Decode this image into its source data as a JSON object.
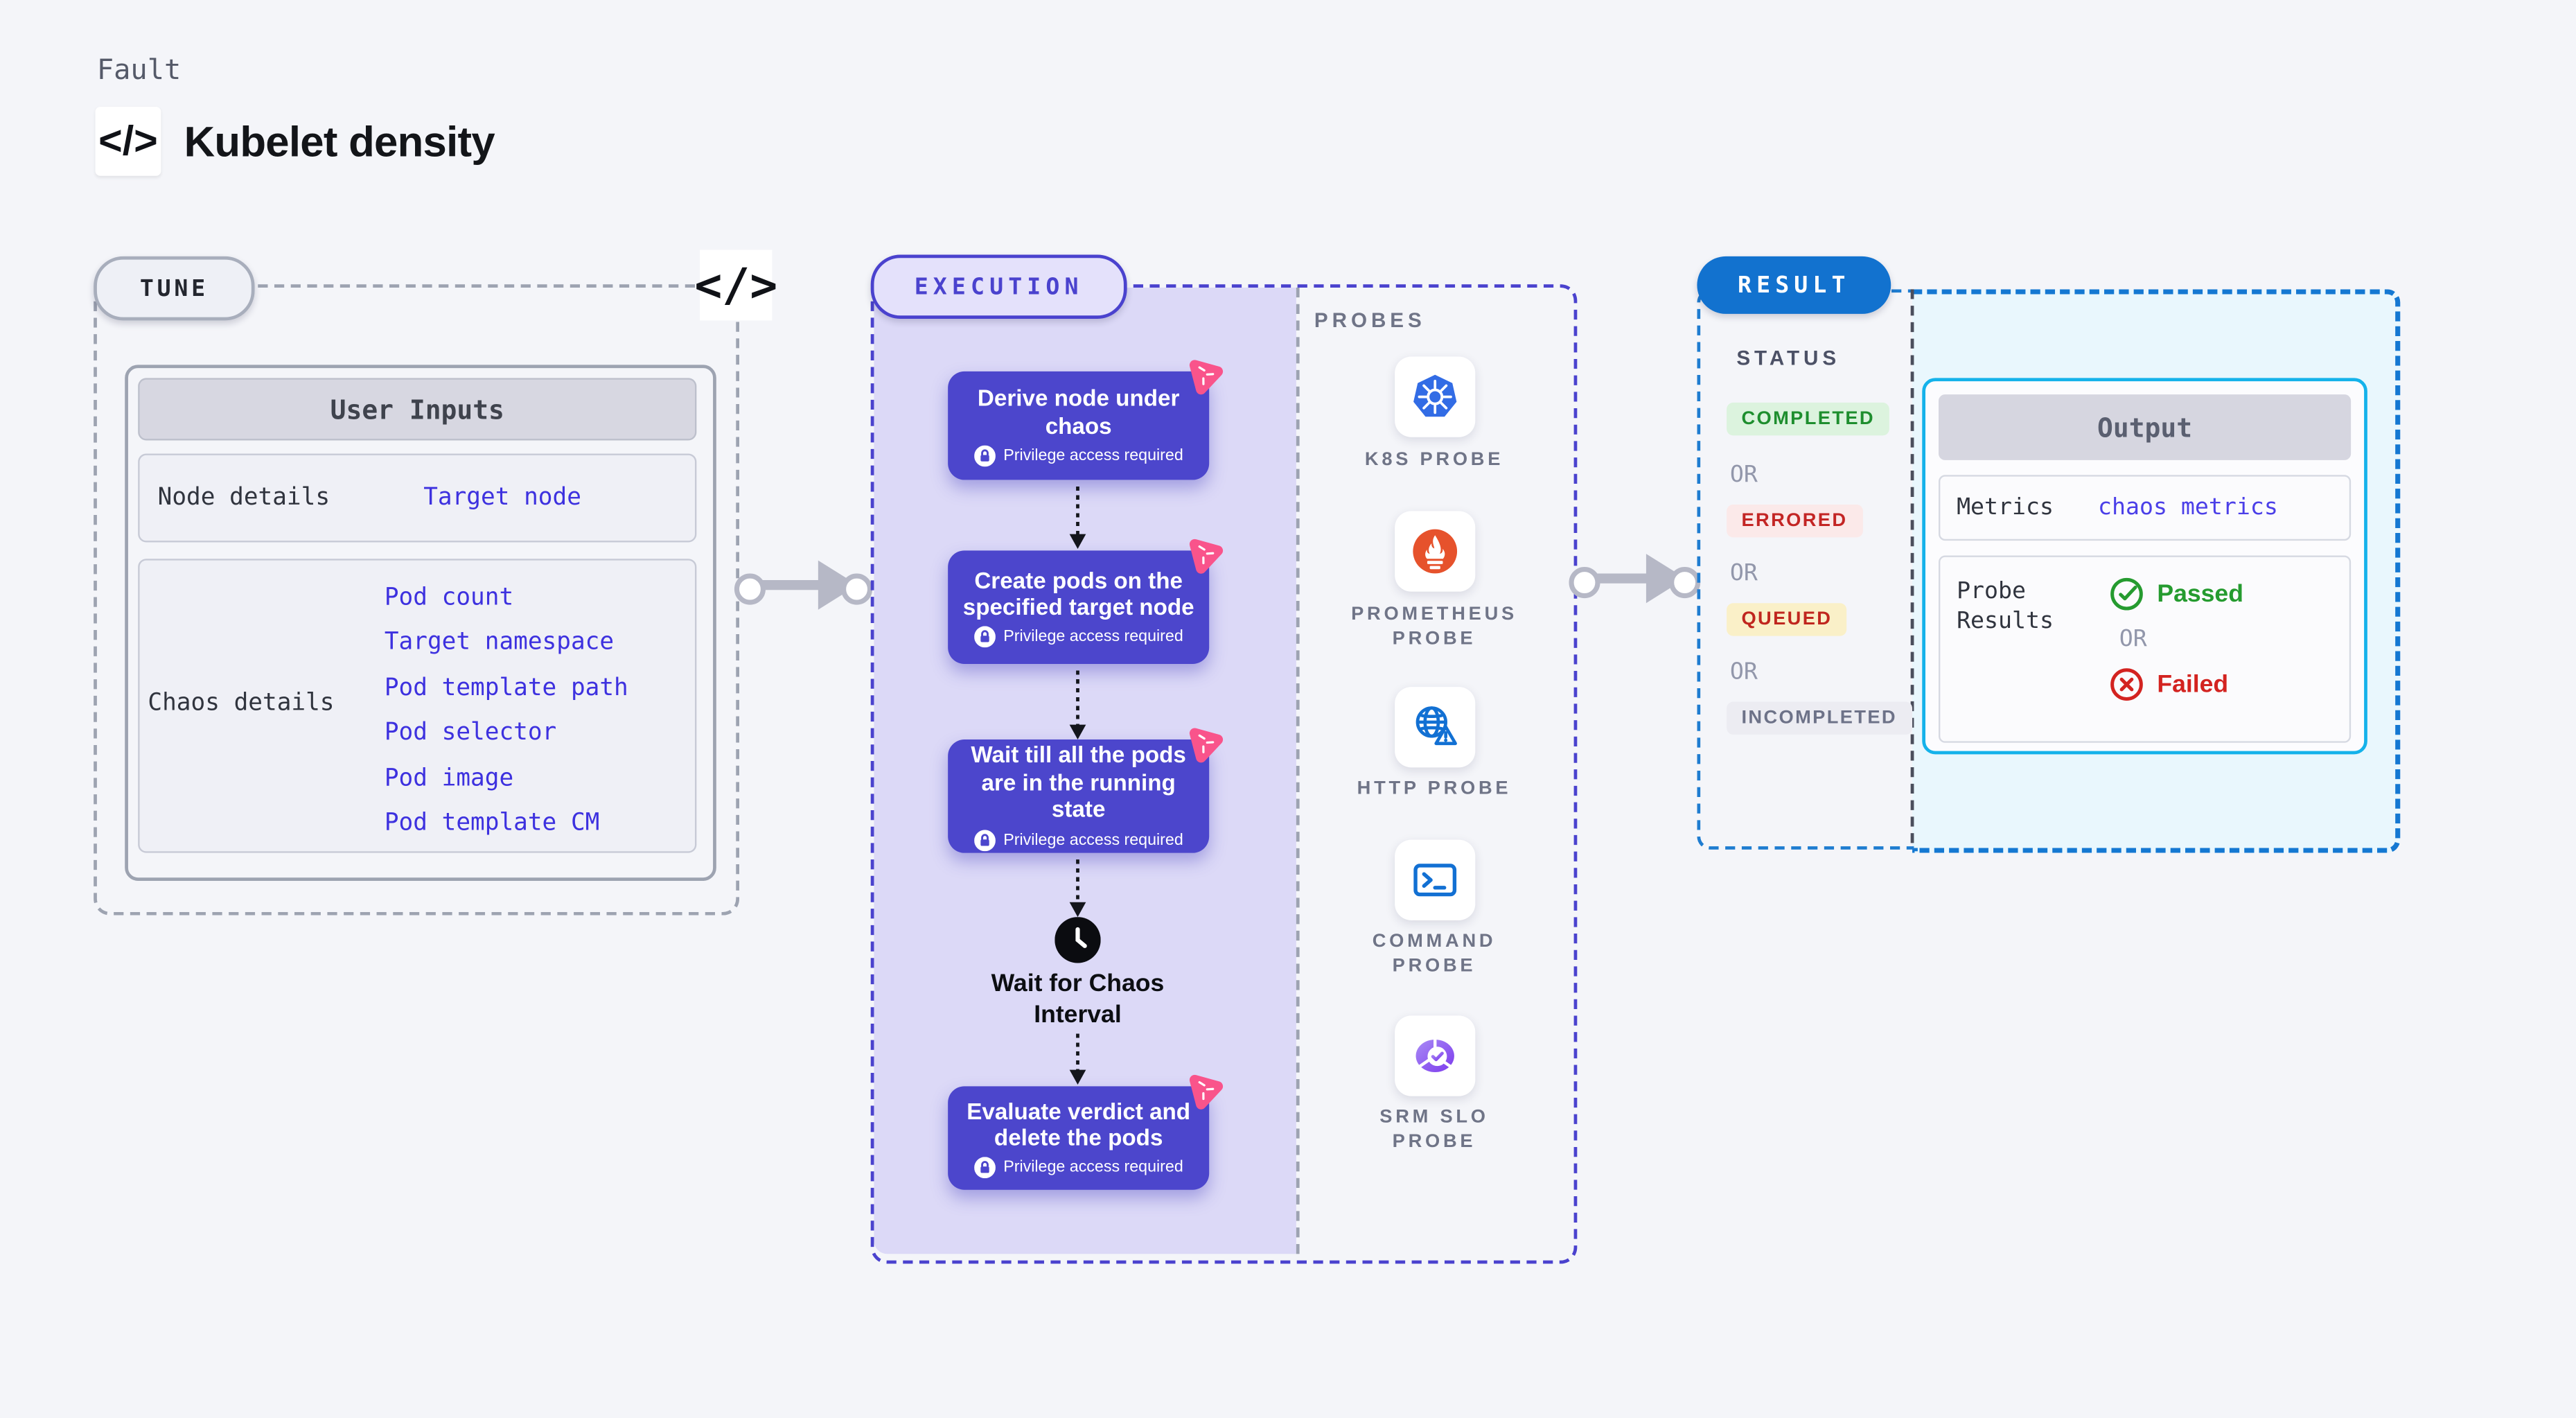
{
  "header": {
    "eyebrow": "Fault",
    "title": "Kubelet density",
    "code_glyph": "</>"
  },
  "tune": {
    "badge": "TUNE",
    "table_title": "User Inputs",
    "rows": [
      {
        "label": "Node details",
        "links": [
          "Target node"
        ]
      },
      {
        "label": "Chaos details",
        "links": [
          "Pod count",
          "Target namespace",
          "Pod template path",
          "Pod selector",
          "Pod image",
          "Pod template CM"
        ]
      }
    ]
  },
  "execution": {
    "badge": "EXECUTION",
    "privilege_note": "Privilege access required",
    "steps": [
      {
        "title": "Derive node under chaos"
      },
      {
        "title": "Create pods on the specified target node"
      },
      {
        "title": "Wait till all the pods are in the running state"
      },
      {
        "title": "Wait for Chaos Interval",
        "icon": "clock-icon"
      },
      {
        "title": "Evaluate verdict and delete the pods"
      }
    ]
  },
  "probes": {
    "title": "PROBES",
    "items": [
      {
        "label": "K8S PROBE",
        "lines": [
          "K8S PROBE"
        ],
        "icon": "kubernetes-icon"
      },
      {
        "label": "PROMETHEUS PROBE",
        "lines": [
          "PROMETHEUS",
          "PROBE"
        ],
        "icon": "prometheus-icon"
      },
      {
        "label": "HTTP PROBE",
        "lines": [
          "HTTP PROBE"
        ],
        "icon": "globe-warning-icon"
      },
      {
        "label": "COMMAND PROBE",
        "lines": [
          "COMMAND",
          "PROBE"
        ],
        "icon": "terminal-icon"
      },
      {
        "label": "SRM SLO PROBE",
        "lines": [
          "SRM SLO",
          "PROBE"
        ],
        "icon": "slo-pie-check-icon"
      }
    ]
  },
  "result": {
    "badge": "RESULT",
    "status_title": "STATUS",
    "or_label": "OR",
    "statuses": [
      {
        "label": "COMPLETED",
        "color": "#1E8E2E",
        "bg": "#DCF3DE"
      },
      {
        "label": "ERRORED",
        "color": "#C32524",
        "bg": "#FBE9E9"
      },
      {
        "label": "QUEUED",
        "color": "#C0261E",
        "bg": "#FAF0C8"
      },
      {
        "label": "INCOMPLETED",
        "color": "#6D7288",
        "bg": "#ECECF2"
      }
    ],
    "output": {
      "title": "Output",
      "metrics_label": "Metrics",
      "metrics_value": "chaos metrics",
      "probe_results_label": "Probe Results",
      "passed_label": "Passed",
      "failed_label": "Failed"
    }
  },
  "colors": {
    "page_bg": "#F4F5F9",
    "step_card": "#4C46CC",
    "execution_accent": "#4A42CE",
    "execution_panel": "#DCD9F7",
    "result_accent": "#1272CF",
    "output_border": "#14B2EA",
    "link_blue": "#3D31DF",
    "passed_green": "#259B2F",
    "failed_red": "#D32320",
    "chaos_pink": "#F9548B",
    "kubernetes_blue": "#326CE5",
    "prometheus_orange": "#E6522C"
  }
}
